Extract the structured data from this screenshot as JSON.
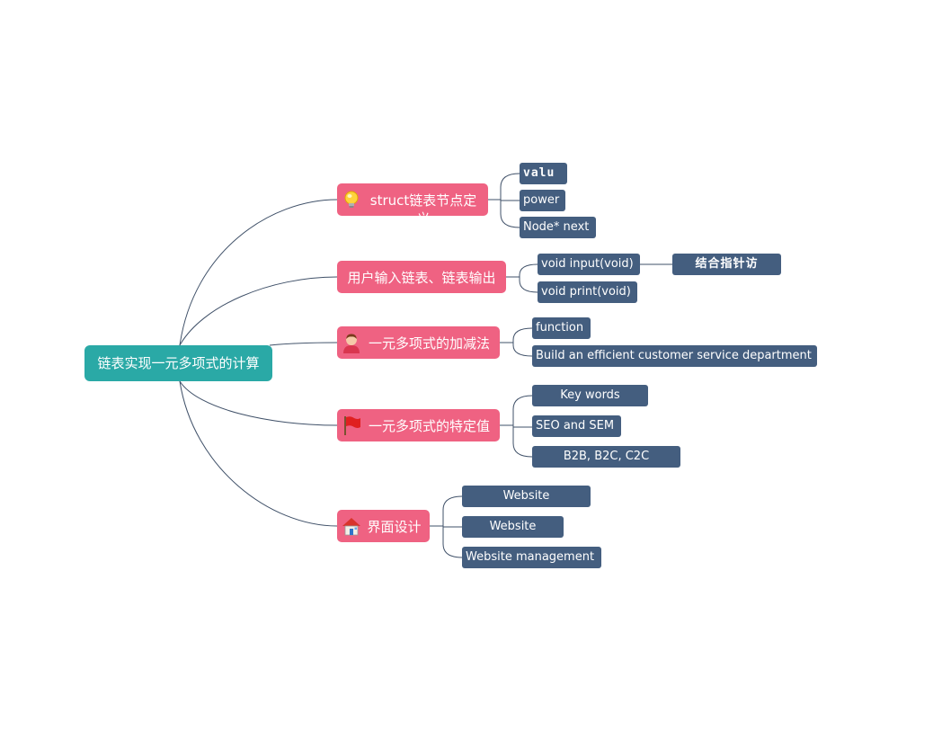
{
  "mindmap": {
    "root": {
      "label": "链表实现一元多项式的计算"
    },
    "branches": [
      {
        "label": "struct链表节点定义",
        "icon": "lightbulb-icon",
        "children": [
          {
            "label": "valu"
          },
          {
            "label": "power"
          },
          {
            "label": "Node* next"
          }
        ]
      },
      {
        "label": "用户输入链表、链表输出",
        "icon": "",
        "children": [
          {
            "label": "void input(void)",
            "children": [
              {
                "label": "结合指针访"
              }
            ]
          },
          {
            "label": "void print(void)"
          }
        ]
      },
      {
        "label": "一元多项式的加减法",
        "icon": "person-icon",
        "children": [
          {
            "label": "function"
          },
          {
            "label": "Build an efficient customer service department"
          }
        ]
      },
      {
        "label": "一元多项式的特定值",
        "icon": "red-flag-icon",
        "children": [
          {
            "label": "Key words"
          },
          {
            "label": "SEO and SEM"
          },
          {
            "label": "B2B, B2C, C2C"
          }
        ]
      },
      {
        "label": "界面设计",
        "icon": "house-icon",
        "children": [
          {
            "label": "Website"
          },
          {
            "label": "Website"
          },
          {
            "label": "Website management"
          }
        ]
      }
    ]
  },
  "colors": {
    "root": "#2aa9a6",
    "branch": "#ef6282",
    "leaf": "#445e7f",
    "connector": "#3f5068"
  }
}
